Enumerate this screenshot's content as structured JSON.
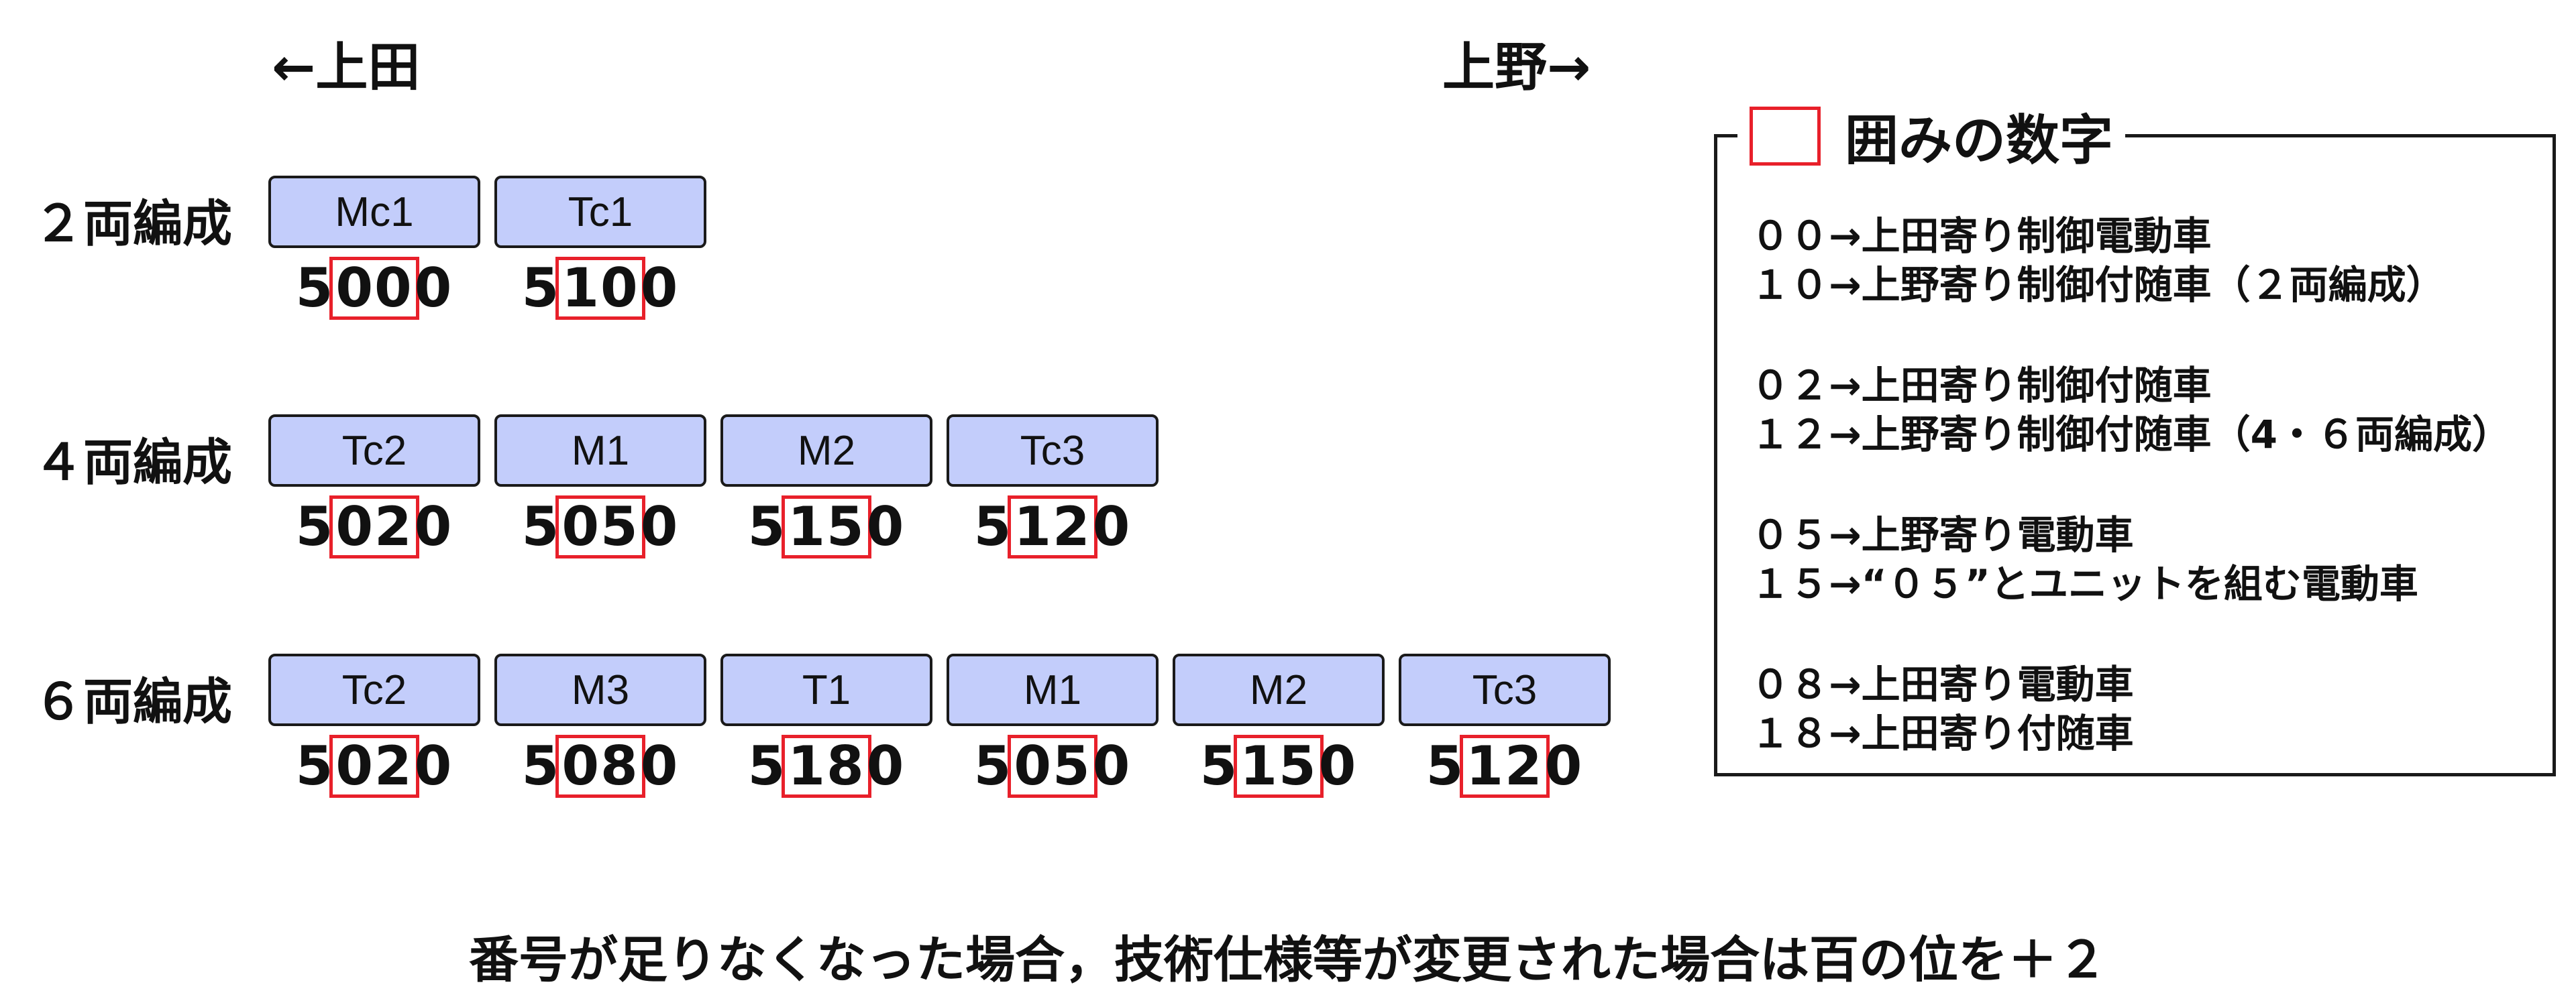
{
  "directions": {
    "left": "←上田",
    "right": "上野→"
  },
  "formations": [
    {
      "label": "２両編成",
      "cars": [
        {
          "name": "Mc1",
          "number": [
            "5",
            "00",
            "0"
          ]
        },
        {
          "name": "Tc1",
          "number": [
            "5",
            "10",
            "0"
          ]
        }
      ]
    },
    {
      "label": "４両編成",
      "cars": [
        {
          "name": "Tc2",
          "number": [
            "5",
            "02",
            "0"
          ]
        },
        {
          "name": "M1",
          "number": [
            "5",
            "05",
            "0"
          ]
        },
        {
          "name": "M2",
          "number": [
            "5",
            "15",
            "0"
          ]
        },
        {
          "name": "Tc3",
          "number": [
            "5",
            "12",
            "0"
          ]
        }
      ]
    },
    {
      "label": "６両編成",
      "cars": [
        {
          "name": "Tc2",
          "number": [
            "5",
            "02",
            "0"
          ]
        },
        {
          "name": "M3",
          "number": [
            "5",
            "08",
            "0"
          ]
        },
        {
          "name": "T1",
          "number": [
            "5",
            "18",
            "0"
          ]
        },
        {
          "name": "M1",
          "number": [
            "5",
            "05",
            "0"
          ]
        },
        {
          "name": "M2",
          "number": [
            "5",
            "15",
            "0"
          ]
        },
        {
          "name": "Tc3",
          "number": [
            "5",
            "12",
            "0"
          ]
        }
      ]
    }
  ],
  "legend": {
    "title": "囲みの数字",
    "items": [
      "００→上田寄り制御電動車",
      "１０→上野寄り制御付随車（２両編成）",
      "０２→上田寄り制御付随車",
      "１２→上野寄り制御付随車（4・６両編成）",
      "０５→上野寄り電動車",
      "１５→“０５”とユニットを組む電動車",
      "０８→上田寄り電動車",
      "１８→上田寄り付随車"
    ]
  },
  "footer": "番号が足りなくなった場合，技術仕様等が変更された場合は百の位を＋２",
  "colors": {
    "car_fill": "#c3cdfb",
    "highlight_box": "#e8202a",
    "outline": "#1a1a1a"
  }
}
